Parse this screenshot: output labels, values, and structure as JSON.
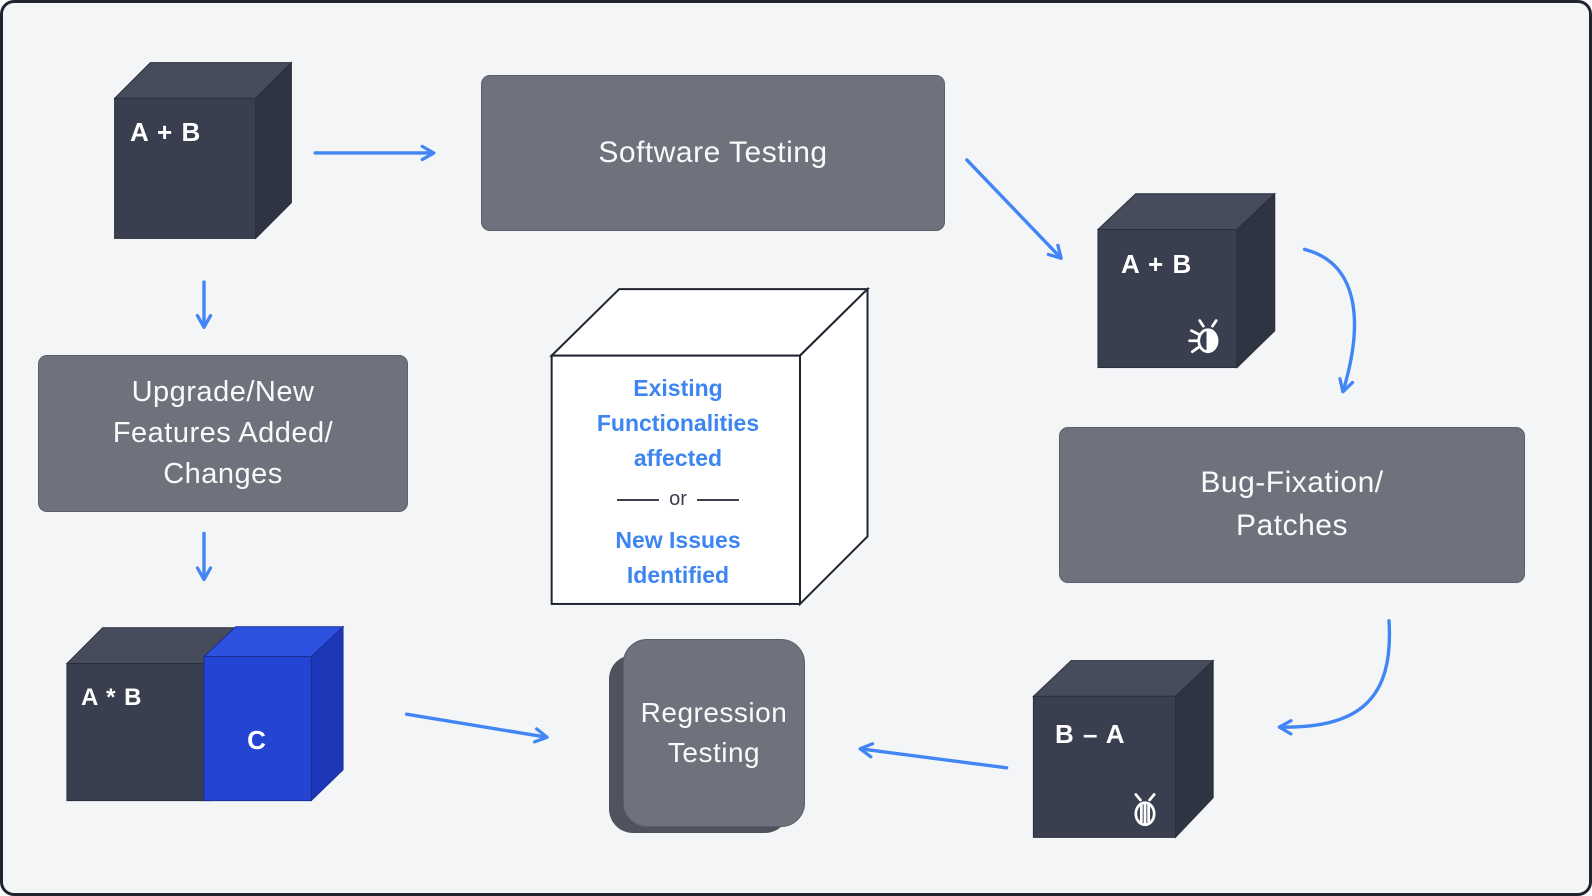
{
  "canvas": {
    "background": "#f3f5f7",
    "border_color": "#20242e",
    "accent_blue": "#4285f4",
    "cube_dark": "#3a3f50",
    "cube_blue": "#2444d4",
    "box_gray": "#6e727c",
    "issues_text_blue": "#3d85f0"
  },
  "nodes": {
    "build_cube": {
      "label": "A + B"
    },
    "software_testing": {
      "label": "Software Testing"
    },
    "tested_cube": {
      "label": "A + B",
      "icon": "bug-icon"
    },
    "bug_fixation": {
      "line1": "Bug-Fixation/",
      "line2": "Patches"
    },
    "fixed_cube": {
      "label": "B – A",
      "icon": "bug-icon"
    },
    "regression_testing": {
      "line1": "Regression",
      "line2": "Testing"
    },
    "upgrade": {
      "line1": "Upgrade/New",
      "line2": "Features Added/",
      "line3": "Changes"
    },
    "combined_cube": {
      "label_left": "A * B",
      "label_right": "C"
    },
    "issues_cube": {
      "line1": "Existing",
      "line2": "Functionalities",
      "line3": "affected",
      "divider": "or",
      "line4": "New Issues",
      "line5": "Identified"
    }
  }
}
